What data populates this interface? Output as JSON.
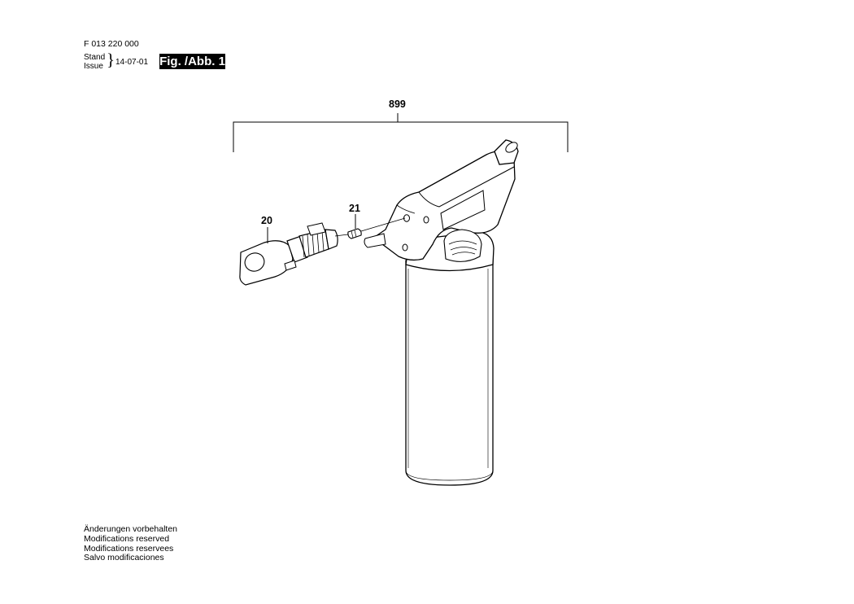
{
  "header": {
    "document_number": "F 013 220 000",
    "stand_label": "Stand",
    "issue_label": "Issue",
    "date": "14-07-01",
    "figure_label": "Fig. /Abb. 1"
  },
  "callouts": {
    "assembly": "899",
    "part_20": "20",
    "part_21": "21"
  },
  "footer": {
    "line_de": "Änderungen vorbehalten",
    "line_en": "Modifications reserved",
    "line_fr": "Modifications reservees",
    "line_es": "Salvo modificaciones"
  }
}
